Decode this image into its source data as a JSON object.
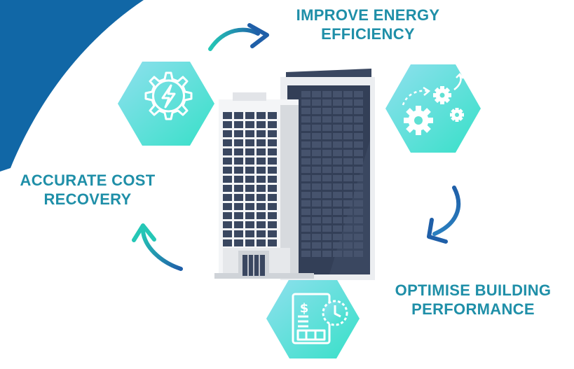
{
  "colors": {
    "label_text": "#1f8fa8",
    "blue_blob": "#1167a6",
    "hex_gradient_start": "#8fe0ee",
    "hex_gradient_end": "#37e0c8",
    "arrow_gradient_start": "#1f5fa8",
    "arrow_gradient_end": "#25c7b6",
    "window_dark": "#3a4760",
    "building_light": "#eceef1"
  },
  "labels": {
    "energy": {
      "line1": "IMPROVE ENERGY",
      "line2": "EFFICIENCY"
    },
    "cost": {
      "line1": "ACCURATE COST",
      "line2": "RECOVERY"
    },
    "performance": {
      "line1": "OPTIMISE BUILDING",
      "line2": "PERFORMANCE"
    }
  },
  "icons": {
    "energy": "gear-lightning-icon",
    "performance": "gears-process-icon",
    "cost": "invoice-clock-icon"
  },
  "invoice_symbol": "$"
}
